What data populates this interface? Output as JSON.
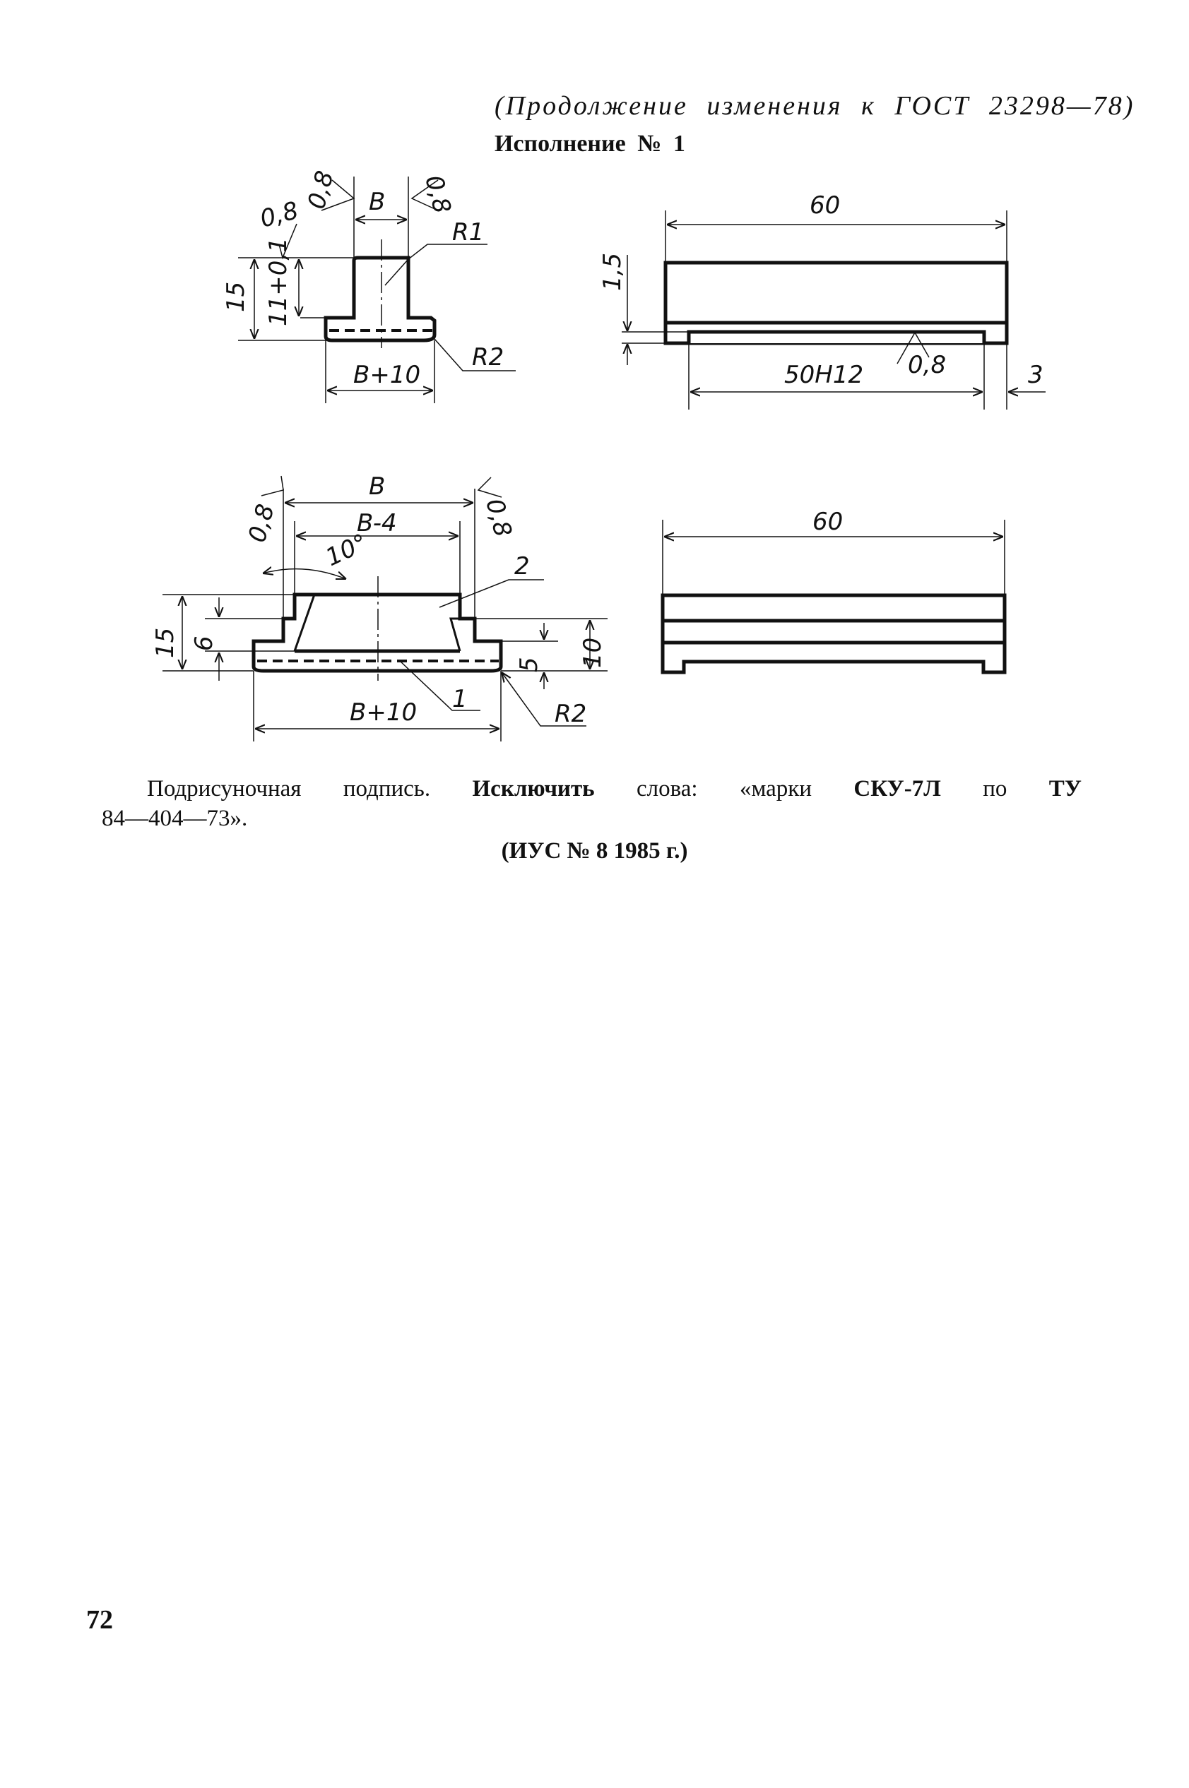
{
  "header": {
    "continuation": "(Продолжение изменения к ГОСТ 23298—78)",
    "variant": "Исполнение № 1"
  },
  "figure1": {
    "left": {
      "roughness_top_left": "0,8",
      "roughness_left": "0,8",
      "roughness_right": "0,8",
      "dim_width": "B",
      "dim_height": "15",
      "dim_stem": "11+0,1",
      "radius_top": "R1",
      "radius_bottom": "R2",
      "dim_base": "B+10"
    },
    "right": {
      "dim_length": "60",
      "dim_step": "1,5",
      "dim_inner": "50H12",
      "roughness": "0,8",
      "dim_end": "3"
    }
  },
  "figure2": {
    "left": {
      "dim_width": "B",
      "dim_inner": "B-4",
      "roughness_left": "0,8",
      "roughness_right": "0,8",
      "angle": "10°",
      "label_part2": "2",
      "label_part1": "1",
      "dim_height": "15",
      "dim_6": "6",
      "dim_10": "10",
      "dim_5": "5",
      "radius": "R2",
      "dim_base": "B+10"
    },
    "right": {
      "dim_length": "60"
    }
  },
  "caption": {
    "p1": "Подрисуночная подпись.",
    "p2": "Исключить",
    "p3": "слова: «марки",
    "p4": "СКУ-7Л",
    "p5": "по",
    "p6": "ТУ",
    "line2": "84—404—73».",
    "source": "(ИУС № 8 1985 г.)"
  },
  "page_number": "72"
}
